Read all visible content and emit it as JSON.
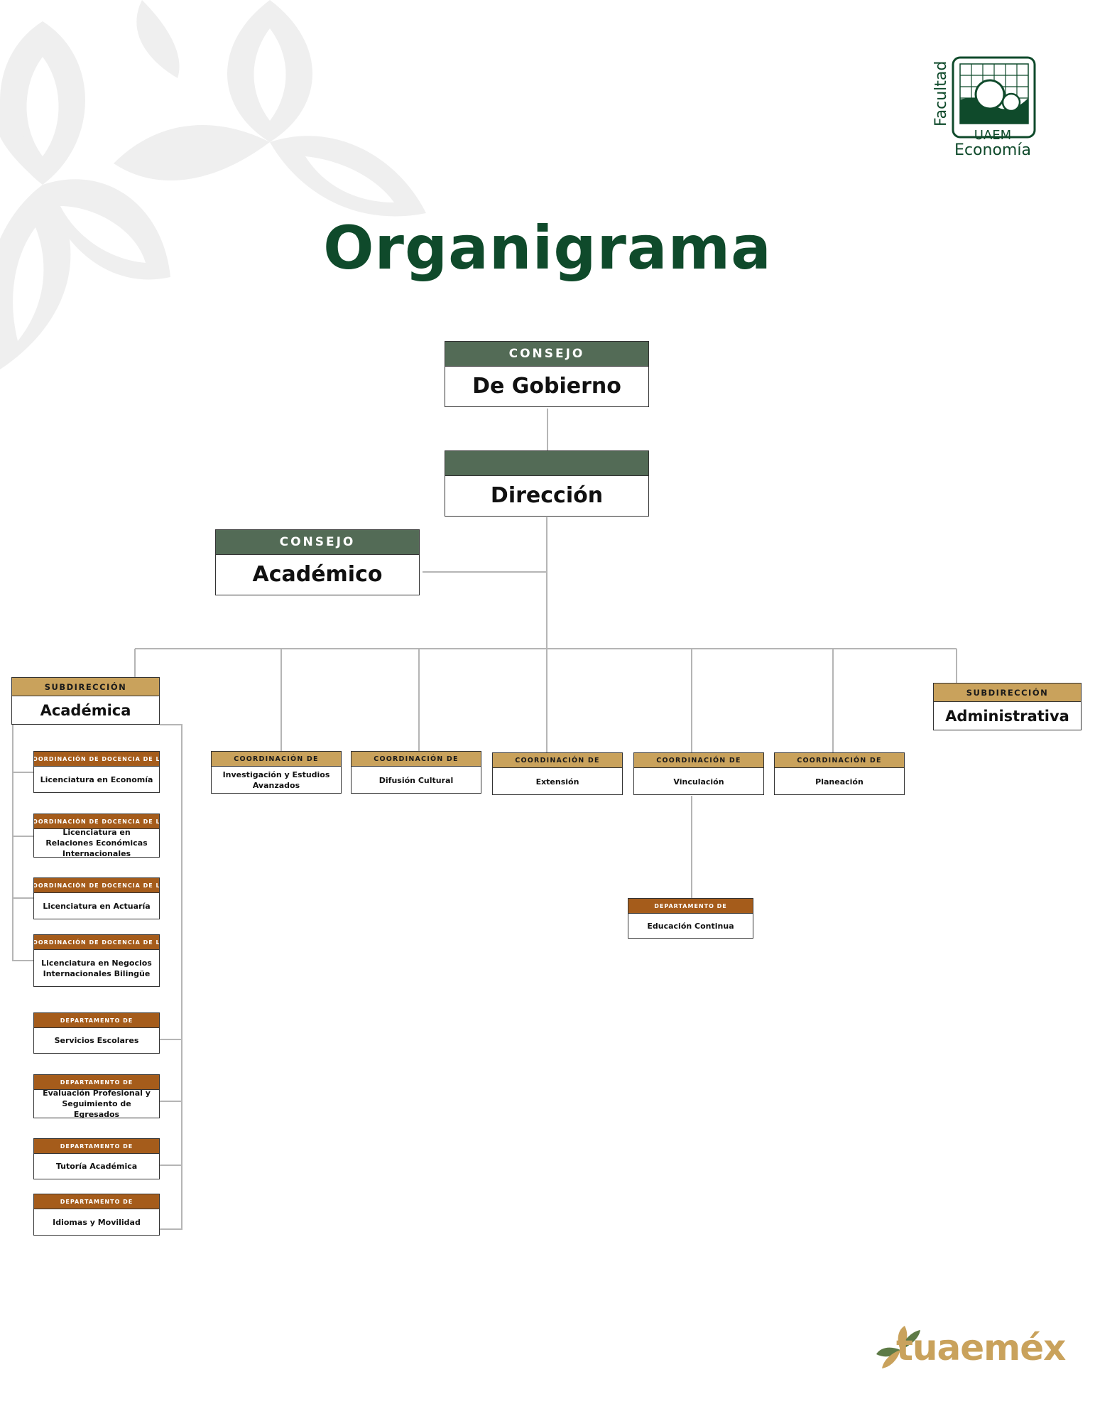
{
  "title": "Organigrama",
  "logo": {
    "vertical": "Facultad",
    "line1": "UAEM",
    "line2": "Economía",
    "color": "#0f4a2b"
  },
  "footer_logo": {
    "text": "tuaemex",
    "display": "tuaeméx",
    "color": "#c9a25c"
  },
  "colors": {
    "title": "#0f4a2b",
    "top_header": "#536b56",
    "coord_header": "#c9a25c",
    "dept_header": "#a55c1b",
    "lines": "#b5b5b5"
  },
  "top": {
    "gobierno": {
      "header": "CONSEJO",
      "name": "De Gobierno"
    },
    "direccion": {
      "header": "",
      "name": "Dirección"
    },
    "academico": {
      "header": "CONSEJO",
      "name": "Académico"
    }
  },
  "subdirecciones": {
    "academica": {
      "header": "SUBDIRECCIÓN",
      "name": "Académica"
    },
    "administrativa": {
      "header": "SUBDIRECCIÓN",
      "name": "Administrativa"
    }
  },
  "coordinaciones": [
    {
      "header": "COORDINACIÓN DE",
      "name": "Investigación y Estudios Avanzados"
    },
    {
      "header": "COORDINACIÓN DE",
      "name": "Difusión Cultural"
    },
    {
      "header": "COORDINACIÓN DE",
      "name": "Extensión"
    },
    {
      "header": "COORDINACIÓN DE",
      "name": "Vinculación"
    },
    {
      "header": "COORDINACIÓN DE",
      "name": "Planeación"
    }
  ],
  "vinculacion_dept": {
    "header": "DEPARTAMENTO DE",
    "name": "Educación Continua"
  },
  "docencia": [
    {
      "header": "COORDINACIÓN DE DOCENCIA DE LA",
      "name": "Licenciatura en Economía"
    },
    {
      "header": "COORDINACIÓN DE DOCENCIA DE LA",
      "name": "Licenciatura en Relaciones Económicas Internacionales"
    },
    {
      "header": "COORDINACIÓN DE DOCENCIA DE LA",
      "name": "Licenciatura en Actuaría"
    },
    {
      "header": "COORDINACIÓN DE DOCENCIA DE LA",
      "name": "Licenciatura en Negocios Internacionales Bilingüe"
    }
  ],
  "departamentos": [
    {
      "header": "DEPARTAMENTO DE",
      "name": "Servicios Escolares"
    },
    {
      "header": "DEPARTAMENTO DE",
      "name": "Evaluación Profesional y Seguimiento de Egresados"
    },
    {
      "header": "DEPARTAMENTO DE",
      "name": "Tutoría Académica"
    },
    {
      "header": "DEPARTAMENTO DE",
      "name": "Idiomas y Movilidad"
    }
  ]
}
